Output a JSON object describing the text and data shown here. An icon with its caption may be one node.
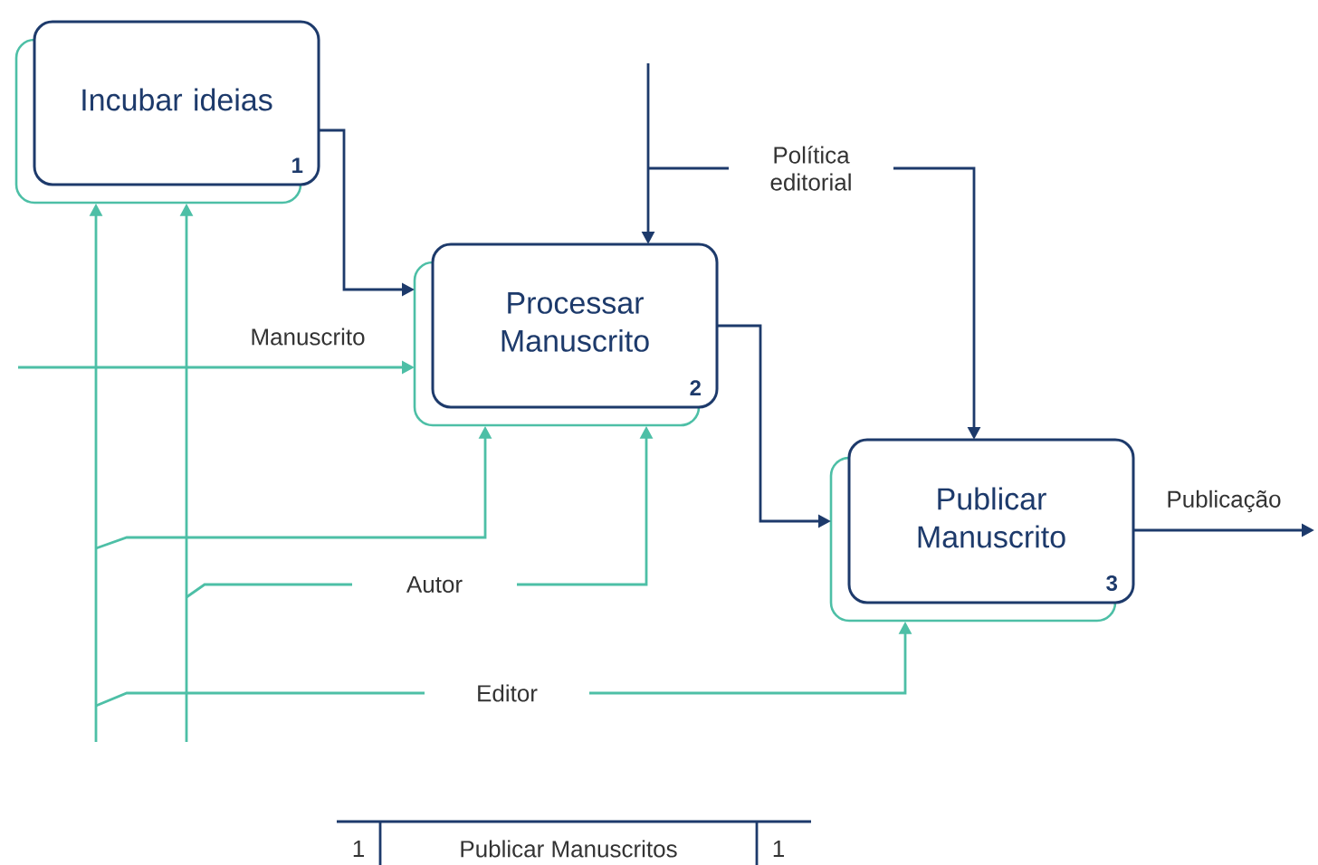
{
  "diagram": {
    "nodes": [
      {
        "text": [
          "Incubar ideias",
          "1"
        ]
      },
      {
        "text": [
          "Processar Manuscrito",
          "2"
        ]
      },
      {
        "text": [
          "Publicar Manuscrito",
          "3"
        ]
      }
    ],
    "edges": [
      {
        "from": 0,
        "to": 1,
        "arrow": "to",
        "color": "#1d3a6b"
      },
      {
        "from": null,
        "to": 1,
        "arrow": "to",
        "label": "Manuscrito"
      },
      {
        "from": null,
        "to": 0,
        "arrow": "to"
      },
      {
        "from": null,
        "to": 0,
        "arrow": "to"
      },
      {
        "from": null,
        "to": 1,
        "arrow": "to"
      },
      {
        "from": null,
        "to": 1,
        "arrow": "to",
        "label": "Autor"
      },
      {
        "from": null,
        "to": 2,
        "arrow": "to",
        "label": "Editor"
      },
      {
        "from": null,
        "to": 1,
        "arrow": "to",
        "color": "#1d3a6b"
      },
      {
        "from": null,
        "to": 2,
        "arrow": "to",
        "label": "Política editorial",
        "color": "#1d3a6b"
      },
      {
        "from": 1,
        "to": 2,
        "arrow": "to",
        "color": "#1d3a6b"
      },
      {
        "from": 2,
        "to": null,
        "arrow": "to",
        "label": "Publicação",
        "color": "#1d3a6b"
      }
    ],
    "labels": [
      "1",
      "Publicar Manuscritos",
      "1"
    ]
  }
}
